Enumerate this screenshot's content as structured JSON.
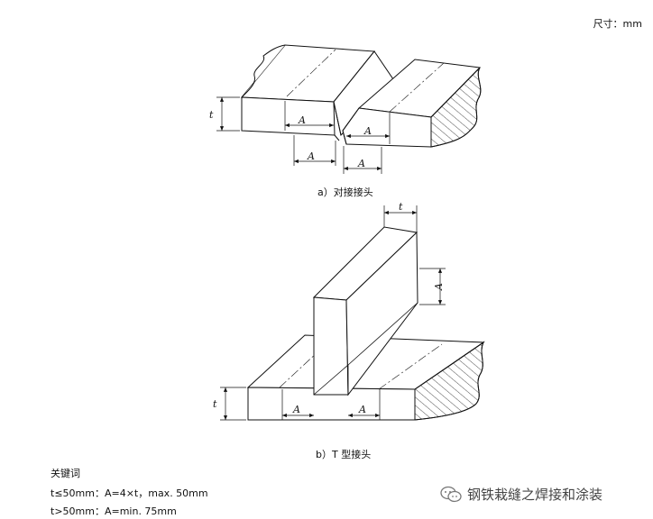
{
  "units": "尺寸：mm",
  "dims": {
    "t": "t",
    "A": "A"
  },
  "figure_a": {
    "caption": "a）对接接头"
  },
  "figure_b": {
    "caption": "b）T 型接头"
  },
  "keywords": {
    "title": "关键词",
    "lines": [
      "t≤50mm：A=4×t，max. 50mm",
      "t>50mm：A=min. 75mm"
    ]
  },
  "watermark": "钢铁栽缝之焊接和涂装"
}
